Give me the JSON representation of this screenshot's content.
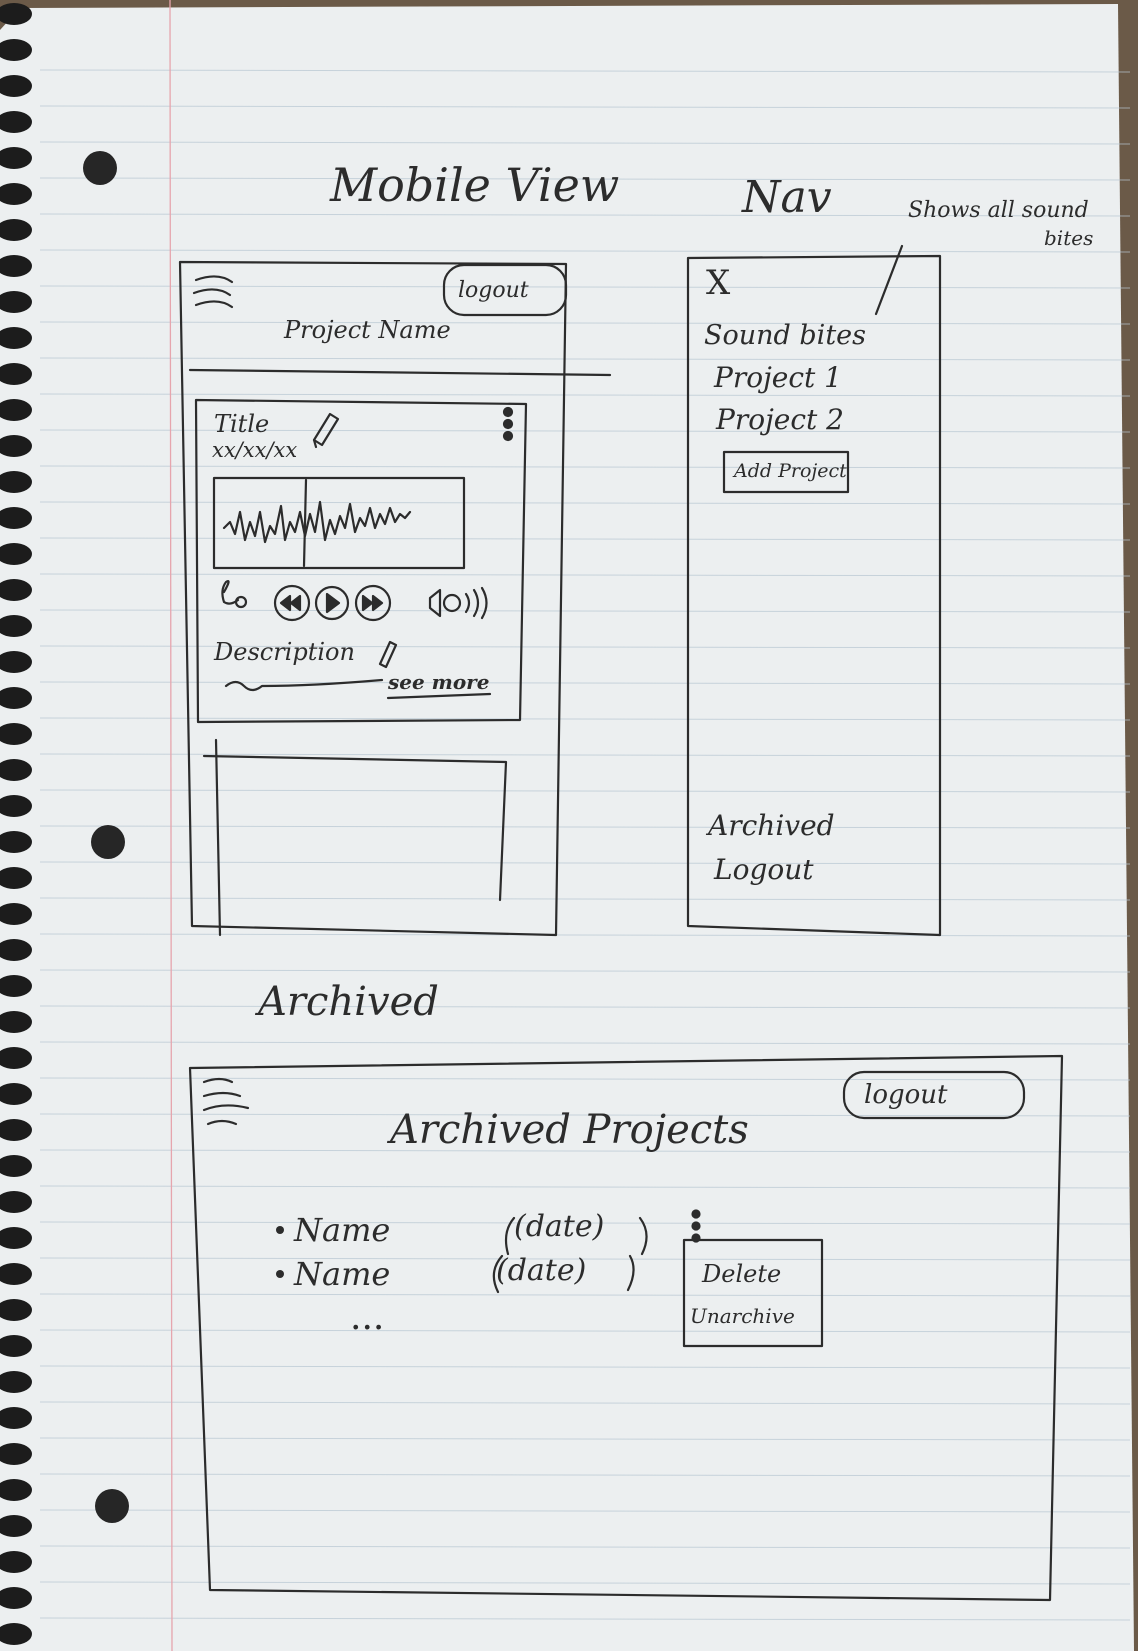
{
  "headings": {
    "mobile_view": "Mobile View",
    "nav": "Nav",
    "archived_section": "Archived"
  },
  "annotation": {
    "line1": "Shows all sound",
    "line2": "bites"
  },
  "mobile": {
    "menu_icon": "hamburger-icon",
    "logout": "logout",
    "project_name": "Project Name",
    "card": {
      "title": "Title",
      "date": "xx/xx/xx",
      "description": "Description",
      "see_more": "see more",
      "icons": [
        "pencil-icon",
        "kebab-menu-icon",
        "loop-icon",
        "rewind-icon",
        "play-icon",
        "fast-forward-icon",
        "volume-icon"
      ]
    }
  },
  "nav": {
    "close": "X",
    "sound_bites": "Sound bites",
    "projects": [
      "Project 1",
      "Project 2"
    ],
    "add_project": "Add Project",
    "archived": "Archived",
    "logout": "Logout"
  },
  "archive": {
    "menu_icon": "hamburger-icon",
    "logout": "logout",
    "title": "Archived Projects",
    "rows": [
      {
        "name": "Name",
        "date": "(date)"
      },
      {
        "name": "Name",
        "date": "(date)"
      }
    ],
    "more": "...",
    "menu": [
      "Delete",
      "Unarchive"
    ]
  },
  "colors": {
    "paper": "#eceff0",
    "rule": "#b7c6d2",
    "margin": "#e6a5ad",
    "ink": "#2c2c2c"
  }
}
